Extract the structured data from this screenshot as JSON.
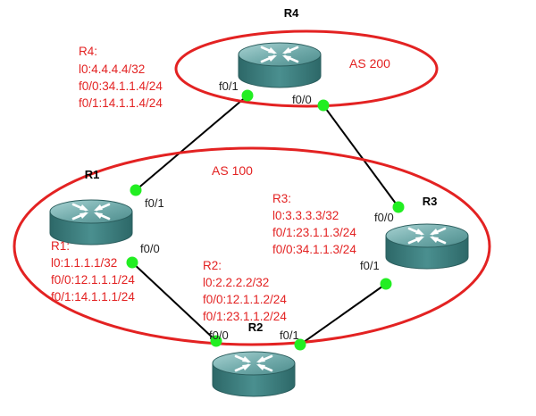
{
  "routers": {
    "r1": {
      "name": "R1"
    },
    "r2": {
      "name": "R2"
    },
    "r3": {
      "name": "R3"
    },
    "r4": {
      "name": "R4"
    }
  },
  "as_groups": {
    "as100": {
      "label": "AS 100"
    },
    "as200": {
      "label": "AS 200"
    }
  },
  "config_blocks": {
    "r4": [
      "R4:",
      "l0:4.4.4.4/32",
      "f0/0:34.1.1.4/24",
      "f0/1:14.1.1.4/24"
    ],
    "r3": [
      "R3:",
      "l0:3.3.3.3/32",
      "f0/1:23.1.1.3/24",
      "f0/0:34.1.1.3/24"
    ],
    "r2": [
      "R2:",
      "l0:2.2.2.2/32",
      "f0/0:12.1.1.2/24",
      "f0/1:23.1.1.2/24"
    ],
    "r1": [
      "R1:",
      "l0:1.1.1.1/32",
      "f0/0:12.1.1.1/24",
      "f0/1:14.1.1.1/24"
    ]
  },
  "interfaces": {
    "r4_f01": "f0/1",
    "r4_f00": "f0/0",
    "r1_f01": "f0/1",
    "r1_f00": "f0/0",
    "r3_f00": "f0/0",
    "r3_f01": "f0/1",
    "r2_f00": "f0/0",
    "r2_f01": "f0/1"
  },
  "colors": {
    "as_ring": "#e32222",
    "config_text": "#e32222",
    "link": "#000000",
    "port_dot": "#22ee22",
    "router_body": "#3f8a8a"
  },
  "icons": {
    "router": "router-icon",
    "port": "port-dot-icon"
  }
}
